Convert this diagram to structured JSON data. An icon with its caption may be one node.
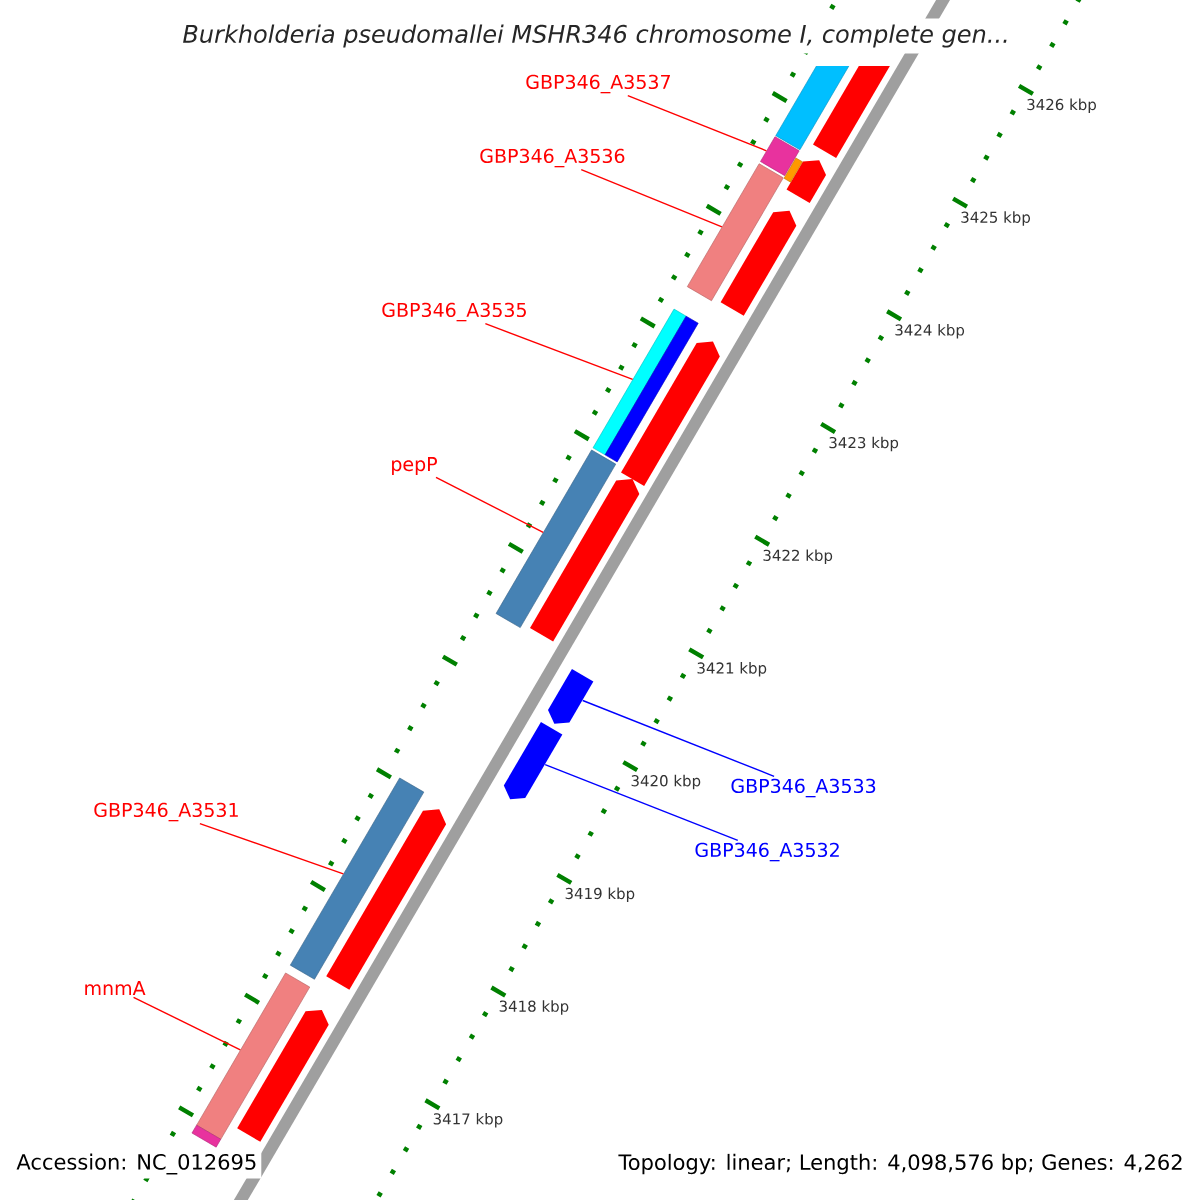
{
  "diagram": {
    "title": "Burkholderia pseudomallei MSHR346 chromosome I, complete gen...",
    "nodes": [
      {
        "text": [
          "GBP346_A3537"
        ]
      },
      {
        "text": [
          "GBP346_A3536"
        ]
      },
      {
        "text": [
          "GBP346_A3535"
        ]
      },
      {
        "text": [
          "pepP"
        ]
      },
      {
        "text": [
          "GBP346_A3533"
        ]
      },
      {
        "text": [
          "GBP346_A3532"
        ]
      },
      {
        "text": [
          "GBP346_A3531"
        ]
      },
      {
        "text": [
          "mnmA"
        ]
      },
      {
        "text": [],
        "shape": "bar"
      },
      {
        "text": [],
        "shape": "bar"
      },
      {
        "text": [],
        "shape": "bar"
      },
      {
        "text": [],
        "shape": "bar"
      },
      {
        "text": [],
        "shape": "arrow"
      },
      {
        "text": [],
        "shape": "arrow"
      },
      {
        "text": [],
        "shape": "bar"
      },
      {
        "text": [],
        "shape": "bar"
      },
      {
        "text": [],
        "shape": "arrow"
      },
      {
        "text": [],
        "shape": "arrow"
      },
      {
        "text": [],
        "shape": "arrow"
      },
      {
        "text": [],
        "shape": "arrow"
      },
      {
        "text": [],
        "shape": "arrow"
      },
      {
        "text": [],
        "shape": "arrow"
      },
      {
        "text": [],
        "shape": "arrow"
      },
      {
        "text": [],
        "shape": "bar"
      },
      {
        "text": [],
        "shape": "bar"
      },
      {
        "text": [],
        "shape": "bar"
      },
      {
        "text": [],
        "shape": "bar"
      }
    ],
    "edges": [
      {
        "from": 0,
        "to": 8,
        "arrow": "none"
      },
      {
        "from": 1,
        "to": 9,
        "arrow": "none"
      },
      {
        "from": 2,
        "to": 10,
        "arrow": "none"
      },
      {
        "from": 3,
        "to": 11,
        "arrow": "none"
      },
      {
        "from": 4,
        "to": 12,
        "arrow": "none",
        "color": "#0000ff"
      },
      {
        "from": 5,
        "to": 13,
        "arrow": "none",
        "color": "#0000ff"
      },
      {
        "from": 6,
        "to": 14,
        "arrow": "none"
      },
      {
        "from": 7,
        "to": 15,
        "arrow": "none"
      }
    ],
    "labels": [
      "3426 kbp",
      "3425 kbp",
      "3424 kbp",
      "3423 kbp",
      "3422 kbp",
      "3421 kbp",
      "3420 kbp",
      "3419 kbp",
      "3418 kbp",
      "3417 kbp",
      "Accession: NC_012695",
      "Topology: linear; Length: 4,098,576 bp; Genes: 4,262"
    ]
  }
}
